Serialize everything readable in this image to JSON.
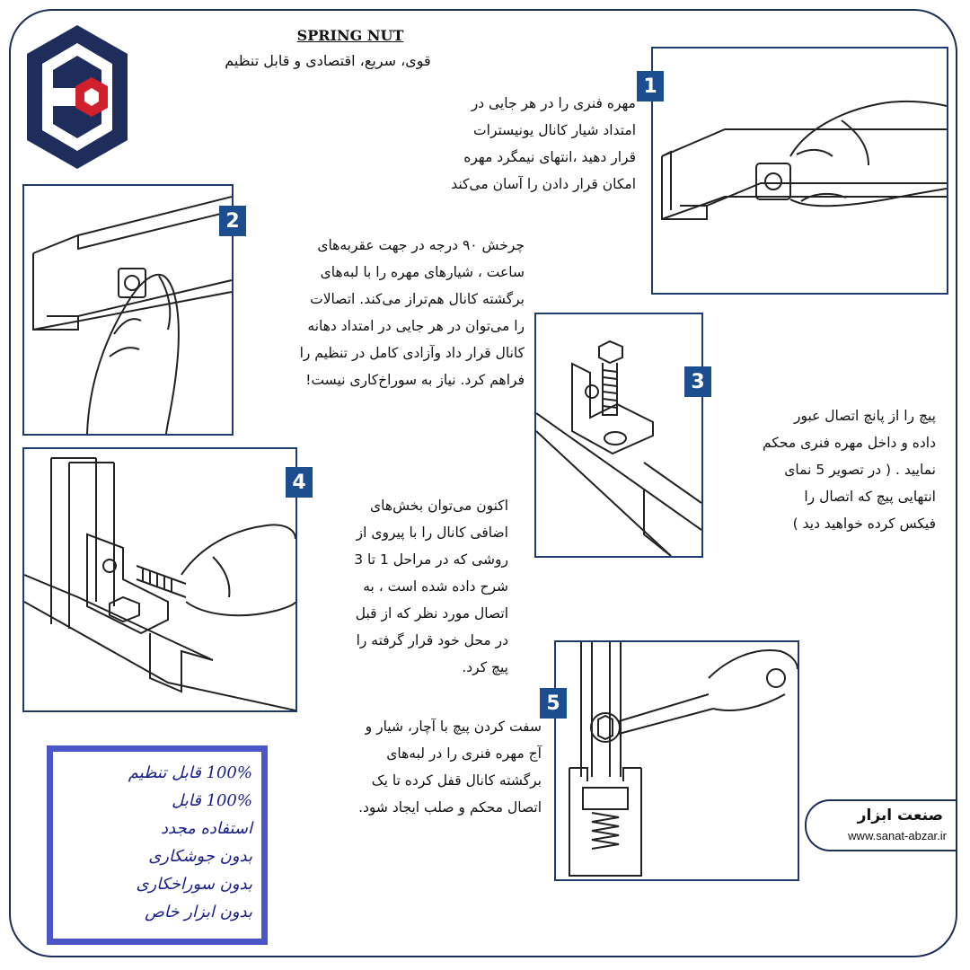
{
  "header": {
    "title": "SPRING NUT",
    "subtitle": "قوی، سریع، اقتصادی و قابل تنظیم"
  },
  "steps": [
    {
      "number": "1",
      "lines": [
        "مهره فنری را در هر جایی در",
        "امتداد شیار کانال یونیسترات",
        "قرار دهید ،انتهای نیمگرد مهره",
        "امکان قرار دادن را آسان می‌کند"
      ]
    },
    {
      "number": "2",
      "lines": [
        "چرخش ۹۰ درجه در جهت عقربه‌های",
        "ساعت ، شیارهای مهره را با لبه‌های",
        "برگشته کانال هم‌تراز می‌کند. اتصالات",
        "را می‌توان در هر جایی در امتداد دهانه",
        "کانال قرار داد وآزادی کامل در تنظیم را",
        "فراهم کرد. نیاز به سوراخ‌کاری نیست!"
      ]
    },
    {
      "number": "3",
      "lines": [
        "پیچ را از پانچ اتصال عبور",
        "داده و داخل مهره فنری محکم",
        "نمایید . ( در تصویر 5 نمای",
        "انتهایی پیچ که اتصال را",
        "فیکس کرده خواهید دید )"
      ]
    },
    {
      "number": "4",
      "lines": [
        "اکنون می‌توان بخش‌های",
        "اضافی کانال را با پیروی از",
        "روشی که در مراحل 1 تا 3",
        "شرح داده شده است ، به",
        "اتصال مورد نظر که از قبل",
        "در محل خود قرار گرفته را",
        "پیچ کرد."
      ]
    },
    {
      "number": "5",
      "lines": [
        "سفت کردن پیچ با آچار، شیار و",
        "آج مهره فنری را در لبه‌های",
        "برگشته کانال قفل کرده تا یک",
        "اتصال محکم و صلب ایجاد شود."
      ]
    }
  ],
  "features": [
    "100% قابل تنظیم",
    "100% قابل",
    "استفاده مجدد",
    "بدون جوشکاری",
    "بدون سوراخکاری",
    "بدون ابزار خاص"
  ],
  "brand": {
    "name": "صنعت ابزار",
    "url": "www.sanat-abzar.ir"
  },
  "colors": {
    "navy": "#1f2d5c",
    "step_badge": "#1c4e8f",
    "logo_red": "#d0202e",
    "feature_border": "#4a55c8",
    "feature_text": "#1a1f8a"
  }
}
